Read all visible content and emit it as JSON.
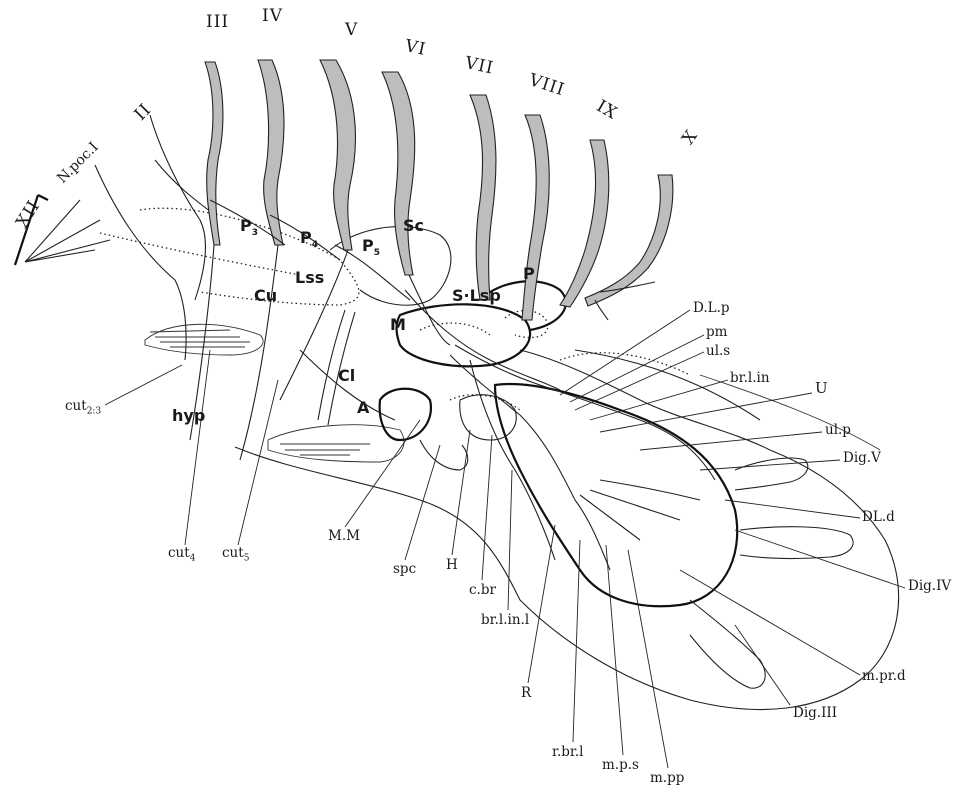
{
  "nerves": {
    "n_xii": "XII",
    "n_npoc": "N.poc.I",
    "n_ii": "II",
    "n_iii": "III",
    "n_iv": "IV",
    "n_v": "V",
    "n_vi": "VI",
    "n_vii": "VII",
    "n_viii": "VIII",
    "n_ix": "IX",
    "n_x": "X"
  },
  "bold_labels": {
    "p3": "P",
    "p3_sub": "3",
    "p4": "P",
    "p4_sub": "4",
    "p5": "P",
    "p5_sub": "5",
    "sc": "Sc",
    "p": "P",
    "slsp": "S·Lsp",
    "lss": "Lss",
    "cu": "Cu",
    "m": "M",
    "cl": "Cl",
    "a": "A",
    "hyp": "hyp"
  },
  "right_labels": {
    "dlp": "D.L.p",
    "pm": "pm",
    "uls": "ul.s",
    "brlin": "br.l.in",
    "u": "U",
    "ulp": "ul.p",
    "digv": "Dig.V",
    "dld": "DL.d",
    "digiv": "Dig.IV",
    "mprd": "m.pr.d",
    "digiii": "Dig.III"
  },
  "bottom_labels": {
    "cut23": "cut",
    "cut23_sub": "2:3",
    "cut4": "cut",
    "cut4_sub": "4",
    "cut5": "cut",
    "cut5_sub": "5",
    "mm": "M.M",
    "spc": "spc",
    "h": "H",
    "cbr": "c.br",
    "brlinl": "br.l.in.l",
    "r": "R",
    "rbrl": "r.br.l",
    "mps": "m.p.s",
    "mpp": "m.pp"
  }
}
